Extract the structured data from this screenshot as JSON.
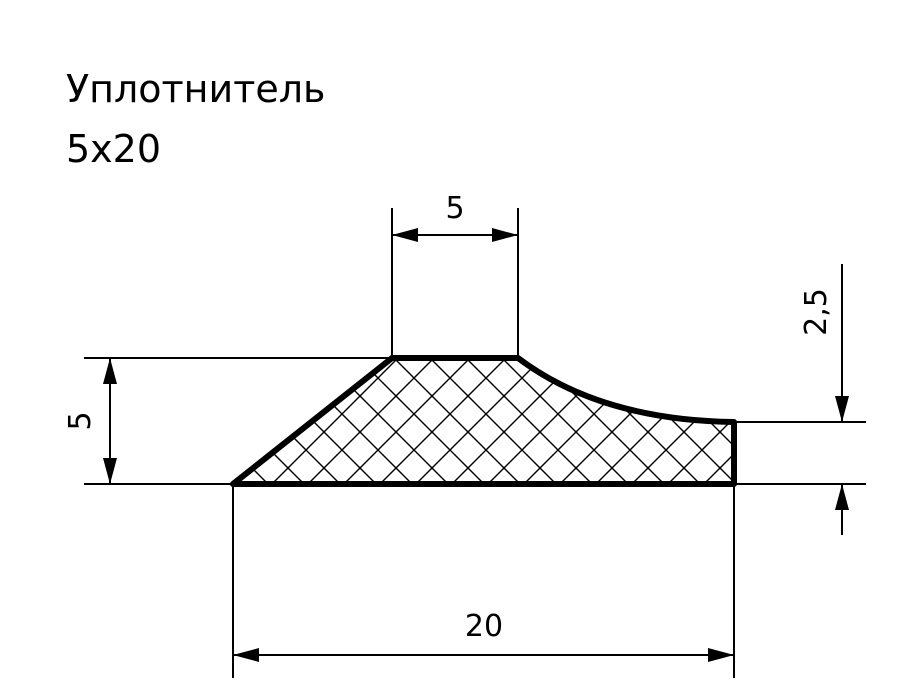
{
  "title": {
    "line1": "Уплотнитель",
    "line2": "5x20"
  },
  "dimensions": {
    "top_width": "5",
    "height": "5",
    "right_height": "2,5",
    "total_width": "20"
  },
  "colors": {
    "ink": "#000000",
    "background": "#ffffff"
  }
}
